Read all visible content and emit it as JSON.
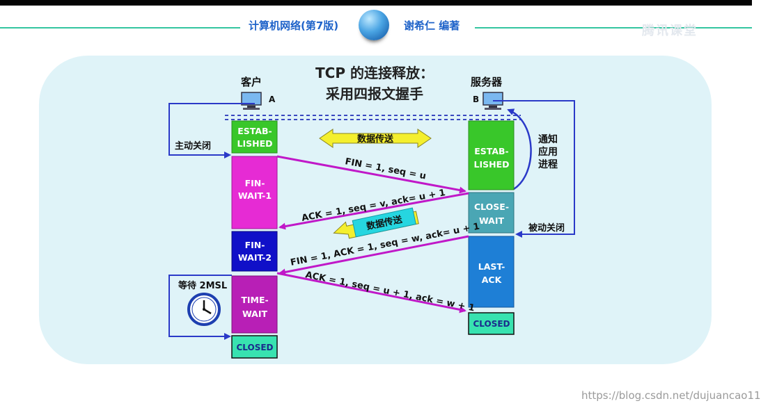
{
  "header": {
    "book_title": "计算机网络(第7版)",
    "author": "谢希仁 编著",
    "watermark_top": "腾讯课堂"
  },
  "diagram": {
    "title_line1": "TCP 的连接释放：",
    "title_line2": "采用四报文握手",
    "client": {
      "label": "客户",
      "id": "A"
    },
    "server": {
      "label": "服务器",
      "id": "B"
    },
    "client_states": [
      {
        "line1": "ESTAB-",
        "line2": "LISHED"
      },
      {
        "line1": "FIN-",
        "line2": "WAIT-1"
      },
      {
        "line1": "FIN-",
        "line2": "WAIT-2"
      },
      {
        "line1": "TIME-",
        "line2": "WAIT"
      },
      {
        "line1": "CLOSED",
        "line2": ""
      }
    ],
    "server_states": [
      {
        "line1": "ESTAB-",
        "line2": "LISHED"
      },
      {
        "line1": "CLOSE-",
        "line2": "WAIT"
      },
      {
        "line1": "LAST-",
        "line2": "ACK"
      },
      {
        "line1": "CLOSED",
        "line2": ""
      }
    ],
    "messages": [
      "FIN = 1, seq = u",
      "ACK = 1, seq = v, ack= u + 1",
      "FIN = 1, ACK = 1, seq = w, ack= u + 1",
      "ACK = 1, seq = u + 1, ack = w + 1"
    ],
    "data_transfer_1": "数据传送",
    "data_transfer_2": "数据传送",
    "active_close": "主动关闭",
    "passive_close": "被动关闭",
    "notify_app": [
      "通知",
      "应用",
      "进程"
    ],
    "wait_2msl": "等待 2MSL"
  },
  "footer": {
    "watermark": "https://blog.csdn.net/dujuancao11"
  },
  "colors": {
    "established": "#39c72a",
    "fin_wait_1": "#e62bd4",
    "fin_wait_2": "#1010c8",
    "time_wait": "#b81fb6",
    "closed": "#38e2b0",
    "close_wait": "#4aa6b4",
    "last_ack": "#1e7fd6",
    "message": "#c018c8"
  }
}
